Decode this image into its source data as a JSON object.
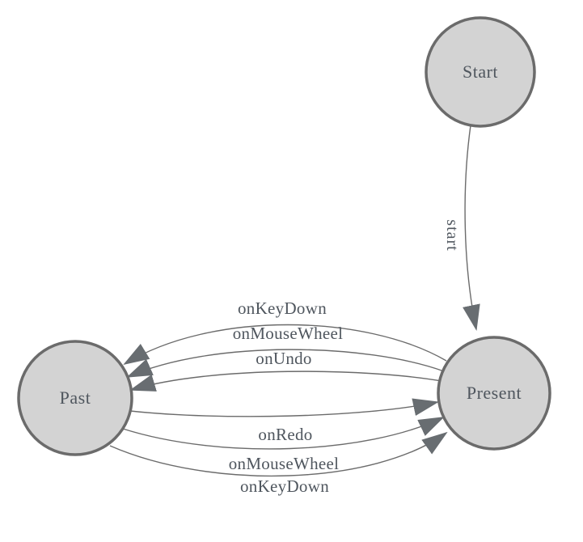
{
  "diagram": {
    "nodes": [
      {
        "id": "start",
        "label": "Start"
      },
      {
        "id": "present",
        "label": "Present"
      },
      {
        "id": "past",
        "label": "Past"
      }
    ],
    "edges": [
      {
        "from": "Start",
        "to": "Present",
        "label": "start"
      },
      {
        "from": "Present",
        "to": "Past",
        "label": "onKeyDown"
      },
      {
        "from": "Present",
        "to": "Past",
        "label": "onMouseWheel"
      },
      {
        "from": "Present",
        "to": "Past",
        "label": "onUndo"
      },
      {
        "from": "Past",
        "to": "Present",
        "label": "onRedo"
      },
      {
        "from": "Past",
        "to": "Present",
        "label": "onMouseWheel"
      },
      {
        "from": "Past",
        "to": "Present",
        "label": "onKeyDown"
      }
    ],
    "colors": {
      "background": "#ffffff",
      "node_fill": "#d3d3d3",
      "node_stroke": "#6b6b6b",
      "edge_stroke": "#6b6b6b",
      "arrow_fill": "#686d71",
      "label_text": "#4f565e"
    }
  }
}
